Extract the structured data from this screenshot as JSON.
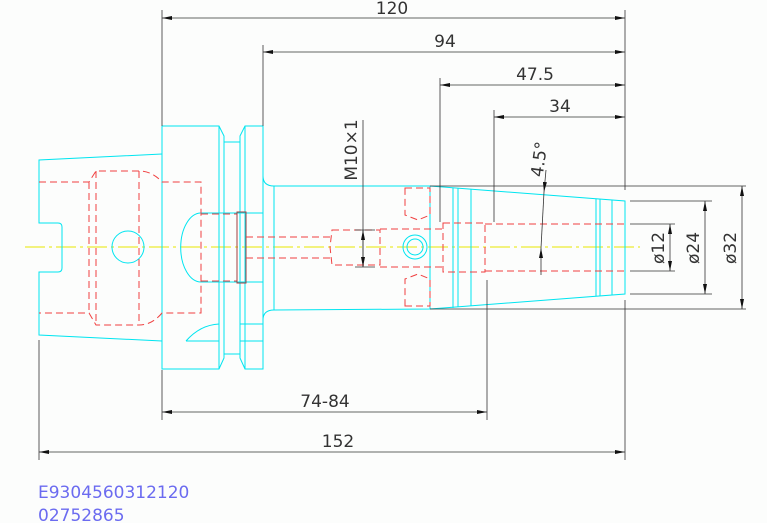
{
  "dimensions": {
    "overall_120": "120",
    "length_94": "94",
    "length_47_5": "47.5",
    "length_34": "34",
    "range_74_84": "74-84",
    "overall_152": "152",
    "thread": "M10×1",
    "taper_angle": "4.5°",
    "dia_12": "ø12",
    "dia_24": "ø24",
    "dia_32": "ø32"
  },
  "codes": {
    "line1": "E9304560312120",
    "line2": "02752865"
  },
  "colors": {
    "outline": "#00e5f0",
    "hidden": "#f04040",
    "center": "#e8e800",
    "dim": "#333333",
    "code": "#6b6bf0"
  }
}
